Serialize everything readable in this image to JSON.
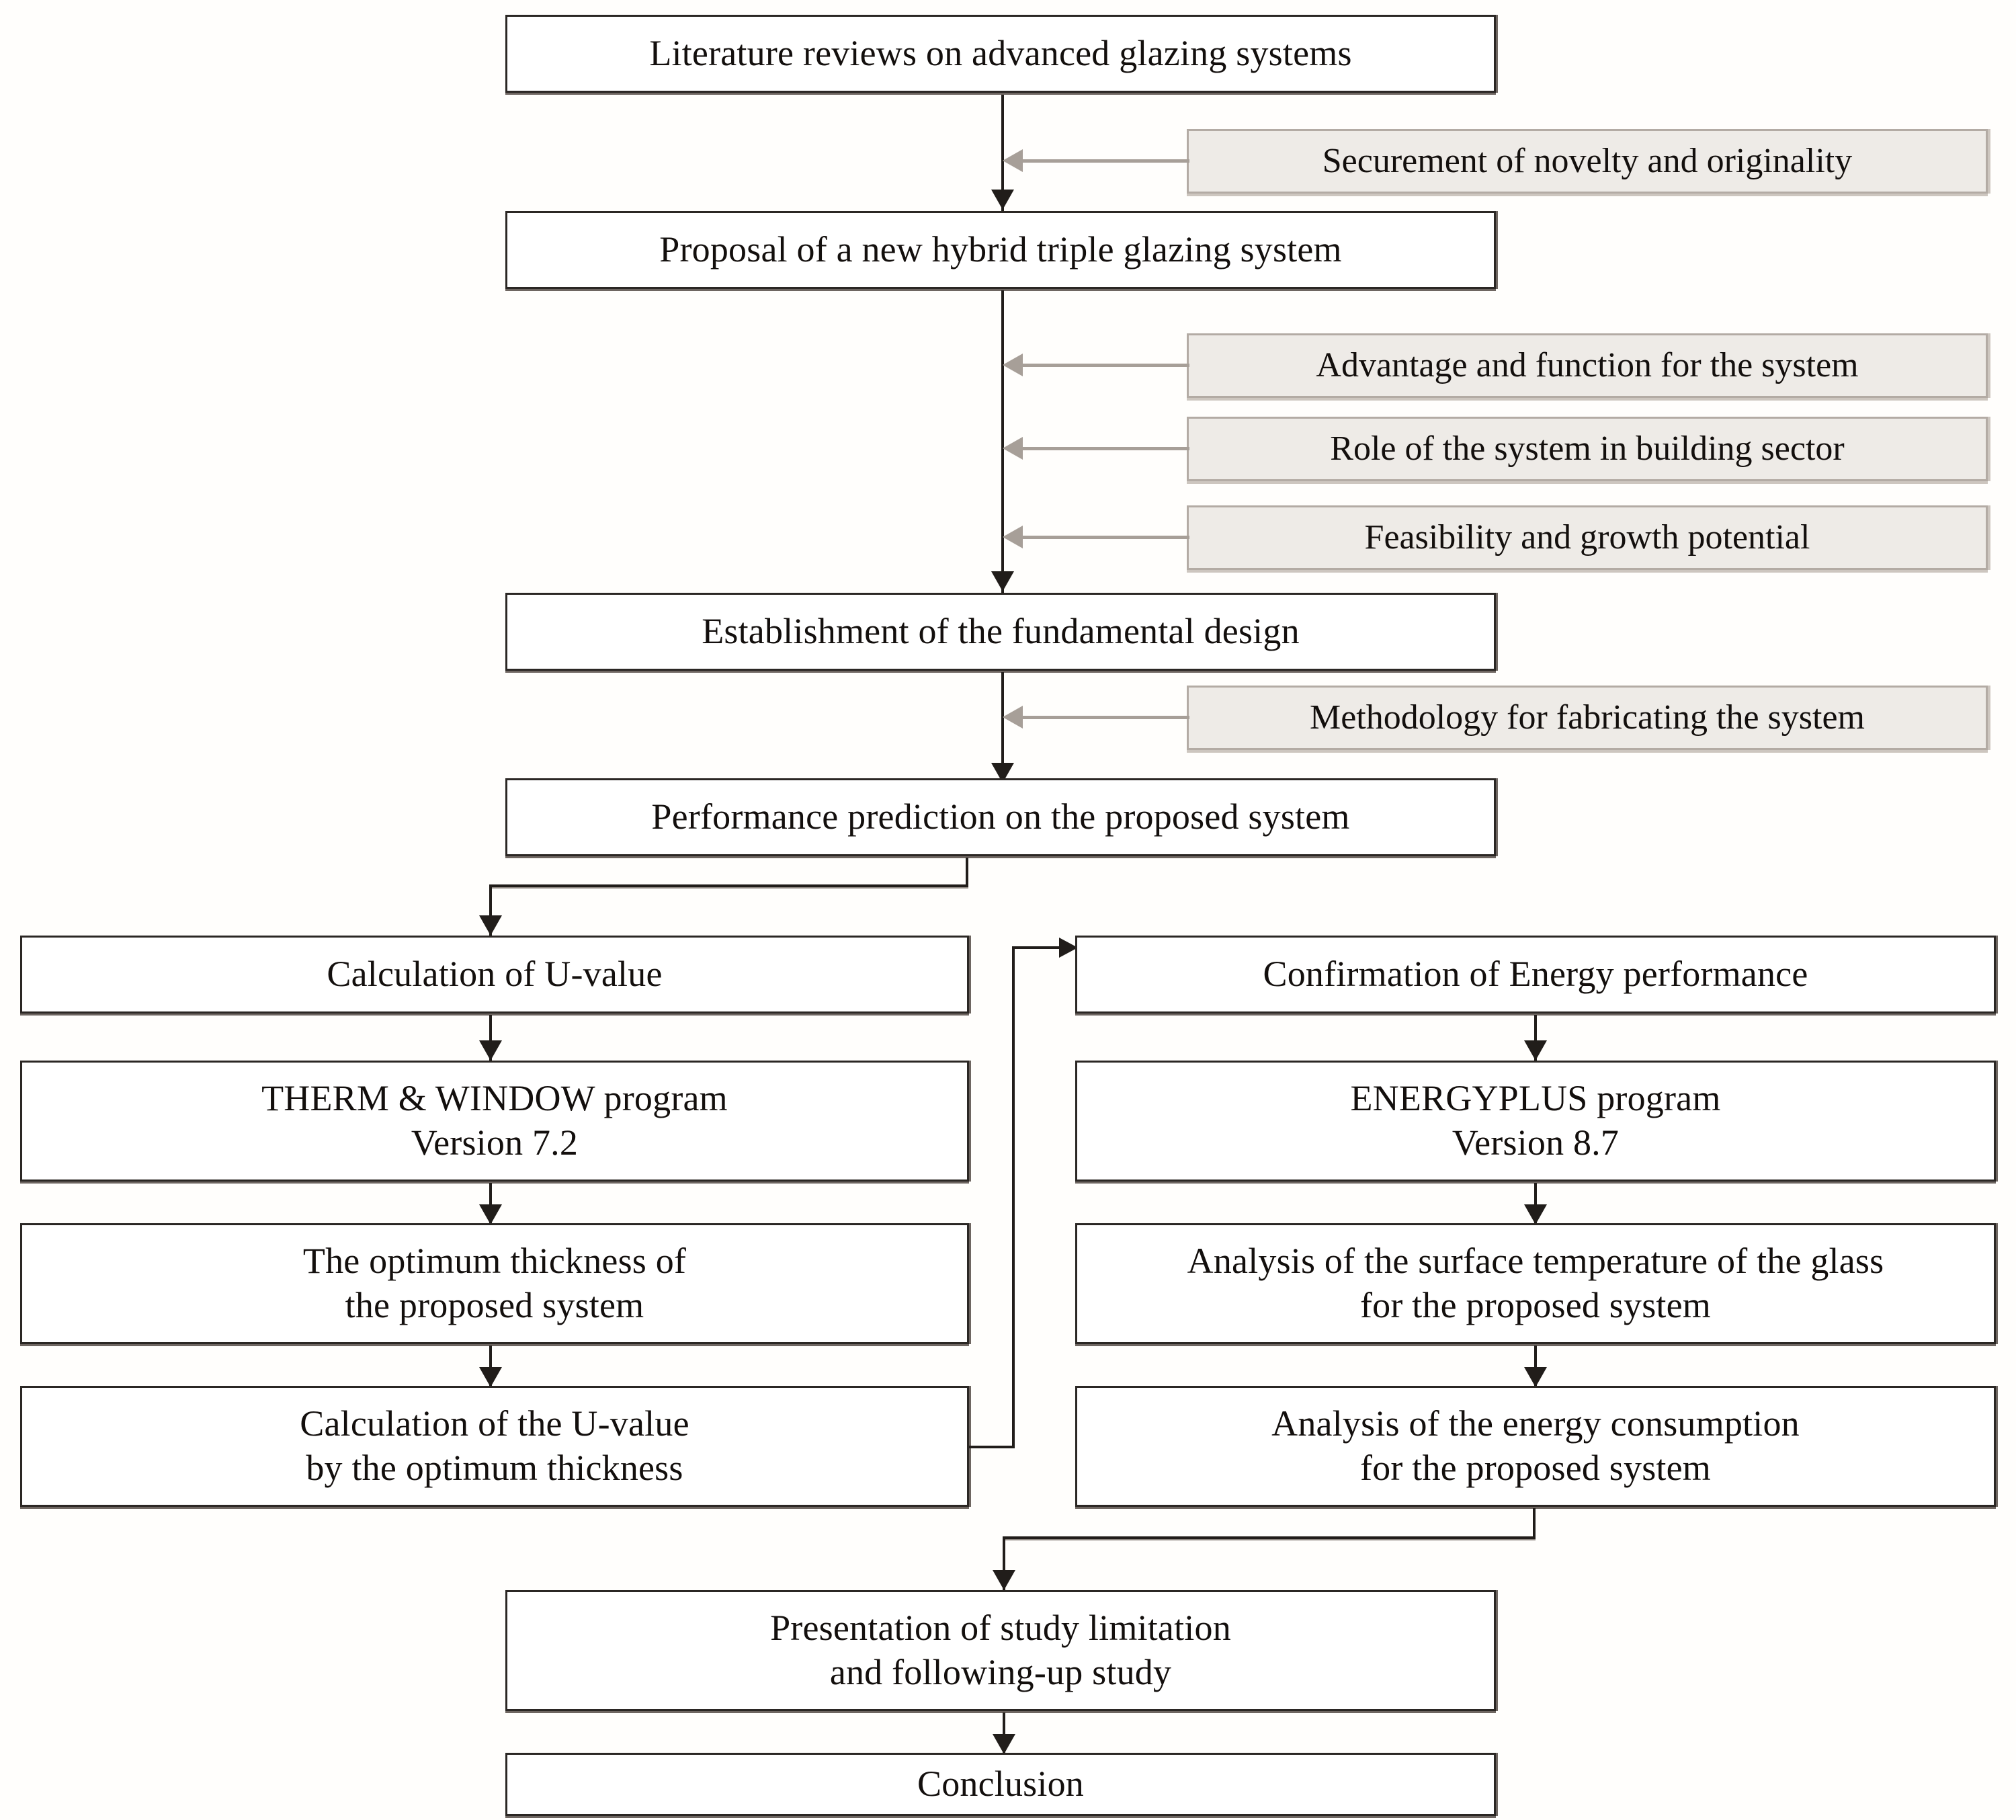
{
  "diagram": {
    "title": "Research methodology flowchart for a hybrid triple glazing system",
    "colors": {
      "node_fill": "#ffffff",
      "node_border": "#2b2724",
      "note_fill": "#eeebe7",
      "note_border": "#b3aba4",
      "connector": "#211d1a",
      "note_connector": "#a79f98",
      "page_background": "#fffefc"
    }
  },
  "nodes": {
    "literature_reviews": {
      "text": "Literature reviews on advanced glazing systems"
    },
    "proposal": {
      "text": "Proposal of a new hybrid triple glazing system"
    },
    "fundamental_design": {
      "text": "Establishment of the fundamental design"
    },
    "performance_prediction": {
      "text": "Performance prediction on the proposed system"
    },
    "calculation_u_value": {
      "text": "Calculation of U-value"
    },
    "therm_window": {
      "line1": "THERM & WINDOW program",
      "line2": "Version 7.2"
    },
    "optimum_thickness": {
      "line1": "The optimum thickness of",
      "line2": "the proposed system"
    },
    "u_value_optimum": {
      "line1": "Calculation of the U-value",
      "line2": "by the optimum thickness"
    },
    "confirmation_energy": {
      "text": "Confirmation of Energy performance"
    },
    "energyplus": {
      "line1": "ENERGYPLUS program",
      "line2": "Version 8.7"
    },
    "surface_temperature": {
      "line1": "Analysis of the surface temperature of the glass",
      "line2": "for the proposed system"
    },
    "energy_consumption": {
      "line1": "Analysis of the energy consumption",
      "line2": "for the proposed system"
    },
    "study_limitation": {
      "line1": "Presentation of study limitation",
      "line2": "and following-up study"
    },
    "conclusion": {
      "text": "Conclusion"
    }
  },
  "notes": {
    "novelty": {
      "text": "Securement of novelty and originality"
    },
    "advantage": {
      "text": "Advantage and function for the system"
    },
    "role": {
      "text": "Role of the system in building sector"
    },
    "feasibility": {
      "text": "Feasibility and growth potential"
    },
    "methodology": {
      "text": "Methodology for fabricating the system"
    }
  }
}
